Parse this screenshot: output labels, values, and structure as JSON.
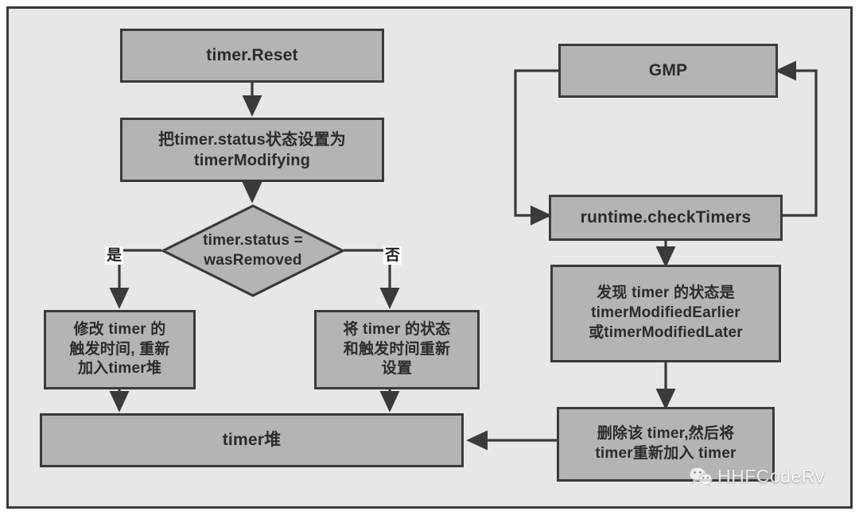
{
  "diagram": {
    "title": "Go runtime timer.Reset flowchart",
    "colors": {
      "frame_background": "#e7e7e7",
      "node_fill": "#b4b4b4",
      "stroke": "#3a3a3a",
      "text": "#2b2b2b",
      "label_background": "#ffffff"
    },
    "nodes": {
      "timer_reset": {
        "label": "timer.Reset"
      },
      "set_modifying": {
        "line1": "把timer.status状态设置为",
        "line2": "timerModifying"
      },
      "decision": {
        "line1": "timer.status =",
        "line2": "wasRemoved"
      },
      "yes_branch": {
        "line1": "修改 timer 的",
        "line2": "触发时间, 重新",
        "line3": "加入timer堆"
      },
      "no_branch": {
        "line1": "将 timer 的状态",
        "line2": "和触发时间重新",
        "line3": "设置"
      },
      "timer_heap": {
        "label": "timer堆"
      },
      "gmp": {
        "label": "GMP"
      },
      "check_timers": {
        "label": "runtime.checkTimers"
      },
      "found_status": {
        "line1": "发现 timer 的状态是",
        "line2": "timerModifiedEarlier",
        "line3": "或timerModifiedLater"
      },
      "delete_readd": {
        "line1": "删除该 timer,然后将",
        "line2": "timer重新加入 timer"
      }
    },
    "edge_labels": {
      "yes": "是",
      "no": "否"
    },
    "watermark": {
      "text": "HHFCodeRv",
      "icon": "wechat-icon"
    }
  }
}
